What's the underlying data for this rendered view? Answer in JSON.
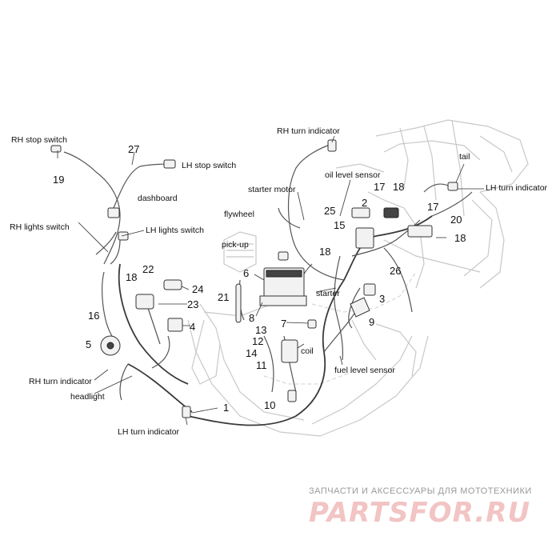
{
  "labels": {
    "rh_stop_switch": "RH stop switch",
    "lh_stop_switch": "LH stop switch",
    "dashboard": "dashboard",
    "rh_lights_switch": "RH lights switch",
    "lh_lights_switch": "LH lights switch",
    "rh_turn_indicator_top": "RH turn indicator",
    "starter_motor": "starter motor",
    "oil_level_sensor": "oil level sensor",
    "flywheel": "flywheel",
    "pick_up": "pick-up",
    "tail": "tail",
    "lh_turn_indicator_rear": "LH turn indicator",
    "starter": "starter",
    "coil": "coil",
    "fuel_level_sensor": "fuel level sensor",
    "rh_turn_indicator_front": "RH turn indicator",
    "headlight": "headlight",
    "lh_turn_indicator_front": "LH turn indicator"
  },
  "numbers": {
    "n1": "1",
    "n2": "2",
    "n3": "3",
    "n4": "4",
    "n5": "5",
    "n6": "6",
    "n7": "7",
    "n8": "8",
    "n9": "9",
    "n10": "10",
    "n11": "11",
    "n12": "12",
    "n13": "13",
    "n14": "14",
    "n15": "15",
    "n16": "16",
    "n17a": "17",
    "n17b": "17",
    "n18a": "18",
    "n18b": "18",
    "n18c": "18",
    "n18d": "18",
    "n19": "19",
    "n20": "20",
    "n21": "21",
    "n22": "22",
    "n23": "23",
    "n24": "24",
    "n25": "25",
    "n26": "26",
    "n27": "27"
  },
  "watermark": {
    "tagline": "ЗАПЧАСТИ И АКСЕССУАРЫ ДЛЯ МОТОТЕХНИКИ",
    "brand": "PARTSFOR.RU"
  }
}
